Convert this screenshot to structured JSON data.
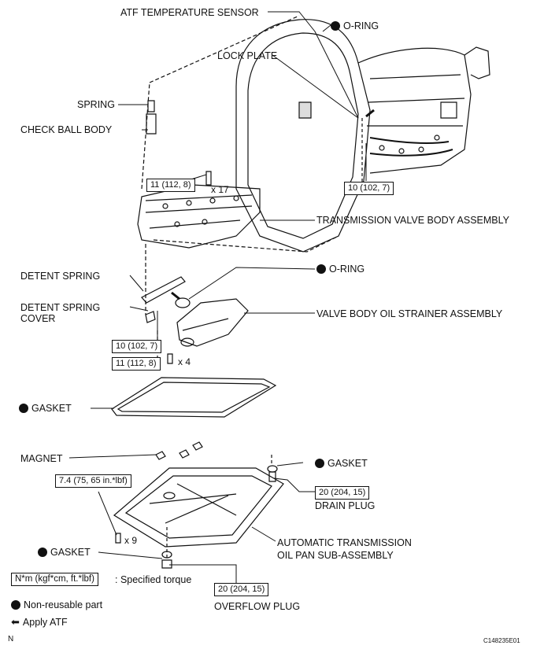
{
  "labels": {
    "atf_sensor": "ATF TEMPERATURE SENSOR",
    "oring_top": "O-RING",
    "lock_plate": "LOCK PLATE",
    "spring": "SPRING",
    "check_ball": "CHECK BALL BODY",
    "valve_body": "TRANSMISSION VALVE BODY ASSEMBLY",
    "detent_spring": "DETENT SPRING",
    "oring_mid": "O-RING",
    "detent_cover": "DETENT SPRING\nCOVER",
    "strainer": "VALVE BODY OIL STRAINER ASSEMBLY",
    "gasket_pan": "GASKET",
    "magnet": "MAGNET",
    "gasket_drain": "GASKET",
    "drain_plug": "DRAIN PLUG",
    "oil_pan": "AUTOMATIC TRANSMISSION\nOIL PAN SUB-ASSEMBLY",
    "gasket_overflow": "GASKET",
    "overflow_plug": "OVERFLOW PLUG"
  },
  "torques": {
    "sensor": "10 (102, 7)",
    "valve_body": "11 (112, 8)",
    "detent": "10 (102, 7)",
    "strainer": "11 (112, 8)",
    "pan": "7.4 (75, 65 in.*lbf)",
    "drain": "20 (204, 15)",
    "overflow": "20 (204, 15)"
  },
  "counts": {
    "valve_body": "x 17",
    "strainer": "x 4",
    "pan": "x 9"
  },
  "legend": {
    "torque_unit": "N*m (kgf*cm, ft.*lbf)",
    "torque_text": ": Specified torque",
    "non_reusable": "Non-reusable part",
    "apply_atf": "Apply ATF"
  },
  "footer": {
    "left": "N",
    "right": "C148235E01"
  }
}
